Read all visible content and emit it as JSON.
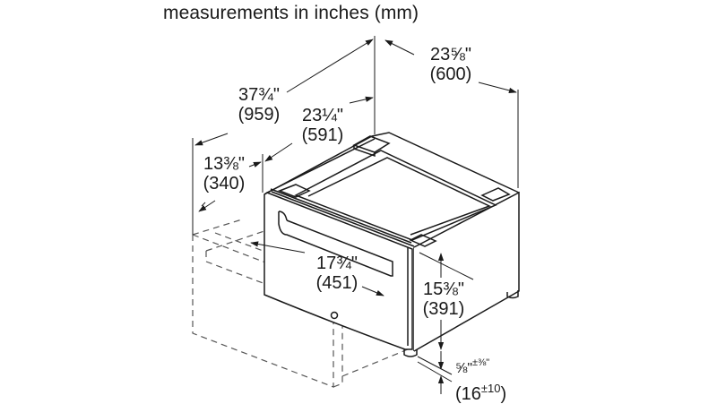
{
  "diagram": {
    "title": "measurements in inches (mm)",
    "colors": {
      "line": "#1a1a1a",
      "background": "#ffffff",
      "hidden_line": "#555555"
    },
    "dimensions": {
      "depth_total": {
        "whole": "23",
        "fraction": "⅝",
        "unit": "\"",
        "mm": "(600)"
      },
      "depth_open": {
        "whole": "37",
        "fraction": "¾",
        "unit": "\"",
        "mm": "(959)"
      },
      "width": {
        "whole": "23",
        "fraction": "¼",
        "unit": "\"",
        "mm": "(591)"
      },
      "drawer_extension": {
        "whole": "13",
        "fraction": "⅜",
        "unit": "\"",
        "mm": "(340)"
      },
      "drawer_width": {
        "whole": "17",
        "fraction": "¾",
        "unit": "\"",
        "mm": "(451)"
      },
      "height": {
        "whole": "15",
        "fraction": "⅜",
        "unit": "\"",
        "mm": "(391)"
      },
      "foot_adjust": {
        "whole": "⅝",
        "unit": "\"",
        "tolerance_in": "±⅜\"",
        "mm_open": "(16",
        "tolerance_mm": "±10",
        "mm_close": ")"
      }
    }
  }
}
